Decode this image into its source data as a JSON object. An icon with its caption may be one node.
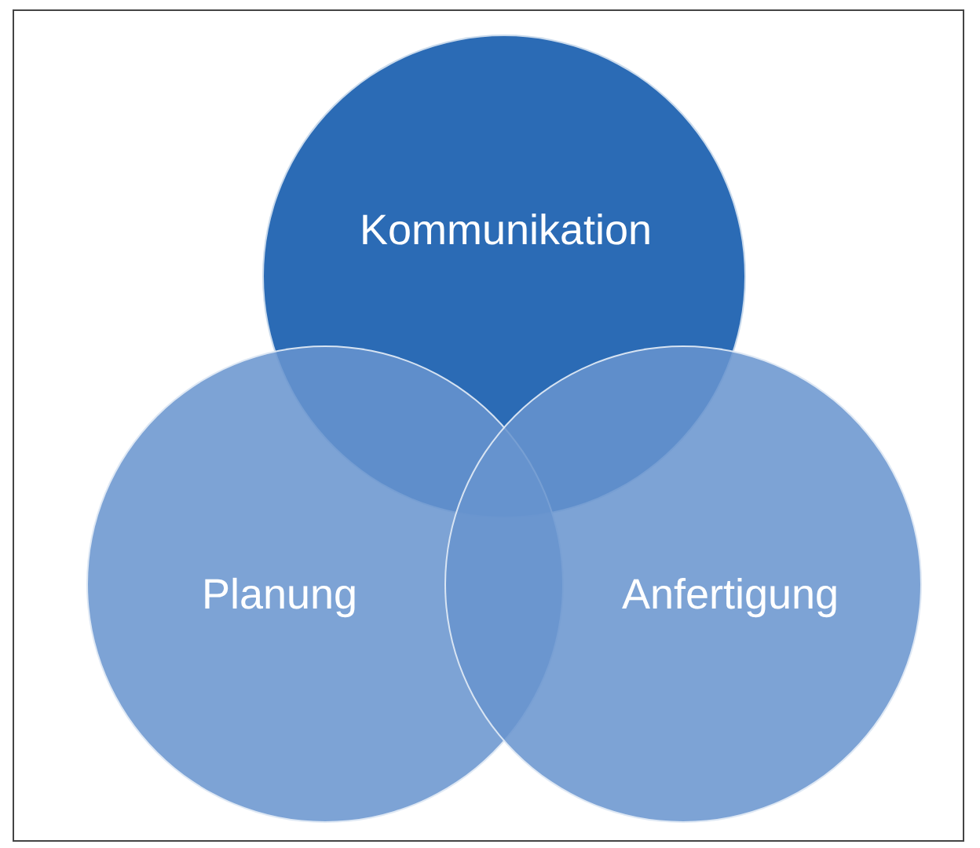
{
  "diagram": {
    "nodes": [
      {
        "text": [
          "Kommunikation"
        ]
      },
      {
        "text": [
          "Planung"
        ]
      },
      {
        "text": [
          "Anfertigung"
        ]
      }
    ]
  }
}
